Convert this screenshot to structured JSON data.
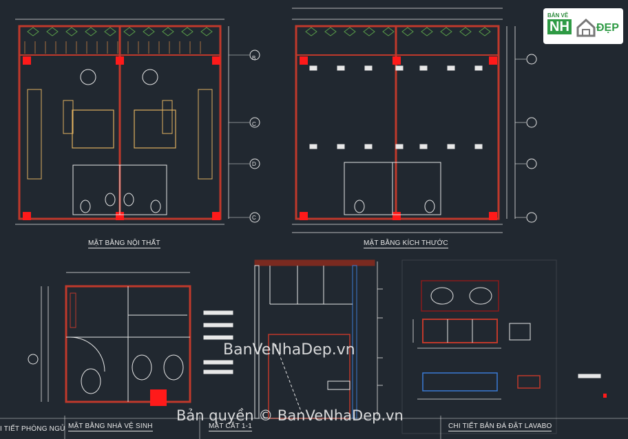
{
  "labels": {
    "plan_interior": "MẶT BẰNG NỘI THẤT",
    "plan_dimension": "MẶT BẰNG KÍCH THƯỚC",
    "bedroom_detail": "I TIẾT PHÒNG NGỦ",
    "bathroom_plan": "MẶT BẰNG NHÀ VỆ SINH",
    "section": "MẶT CẮT 1-1",
    "lavabo_detail": "CHI TIẾT BẢN ĐÁ ĐẶT LAVABO"
  },
  "grid_tags": [
    "B",
    "C",
    "D",
    "C"
  ],
  "watermark": {
    "center": "BanVeNhaDep.vn",
    "copyright": "Bản quyền © BanVeNhaDep.vn"
  },
  "logo": {
    "top": "BẢN VẼ",
    "nh": "NH",
    "dep": "ĐẸP"
  },
  "colors": {
    "background": "#212830",
    "wall": "#c0392b",
    "column": "#ff1a1a",
    "line": "#e8e8e8",
    "furniture": "#e0b060",
    "accent_blue": "#3a7bd5",
    "plant": "#5aa04a"
  }
}
